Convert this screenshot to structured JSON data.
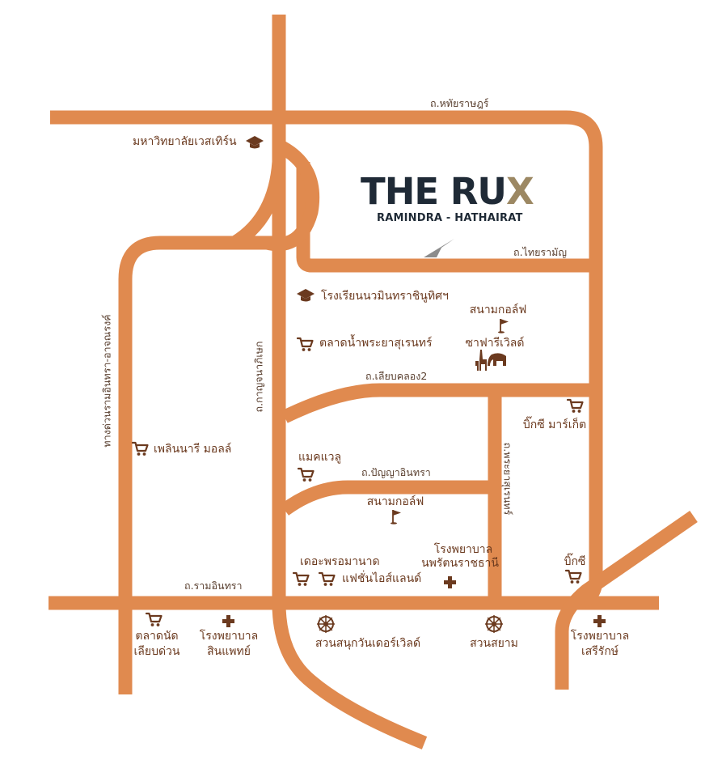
{
  "project": {
    "name_main": "THE RU",
    "name_accent": "X",
    "subtitle": "RAMINDRA - HATHAIRAT"
  },
  "roads": {
    "hathairat": "ถ.หทัยราษฎร์",
    "thai_raman": "ถ.ไทยรามัญ",
    "liap_khlong2": "ถ.เลียบคลอง2",
    "panya_intra": "ถ.ปัญญาอินทรา",
    "ram_intra": "ถ.รามอินทรา",
    "kanchanaphisek": "ถ.กาญจนาภิเษก",
    "expressway": "ทางด่วนรามอินทรา-อาจณรงค์",
    "phraya_suren": "ถ.พระยาสุเรนทร์"
  },
  "places": {
    "western_university": "มหาวิทยาลัยเวสเทิร์น",
    "nawamin_school": "โรงเรียนนวมินทราชินูทิศฯ",
    "floating_market": "ตลาดน้ำพระยาสุเรนทร์",
    "golf_course_top": "สนามกอล์ฟ",
    "safari_world": "ซาฟารีเวิลด์",
    "big_c_market": "บิ๊กซี มาร์เก็ต",
    "fashion_mall": "เพลินนารี มอลล์",
    "makro": "แมคแวลู",
    "golf_course_mid": "สนามกอล์ฟ",
    "the_promenade": "เดอะพรอมานาด",
    "fashion_island": "แฟชั่นไอส์แลนด์",
    "hospital_nopparat_l1": "โรงพยาบาล",
    "hospital_nopparat_l2": "นพรัตนราชธานี",
    "big_c": "บิ๊กซี",
    "market_l1": "ตลาดนัด",
    "market_l2": "เลียบด่วน",
    "hospital_sinphaet_l1": "โรงพยาบาล",
    "hospital_sinphaet_l2": "สินแพทย์",
    "wonder_world": "สวนสนุกวันเดอร์เวิลด์",
    "siam_park": "สวนสยาม",
    "hospital_serirak_l1": "โรงพยาบาล",
    "hospital_serirak_l2": "เสรีรักษ์"
  },
  "colors": {
    "road": "#e08a4f",
    "label": "#6b3a1f",
    "logo_dark": "#1f2a36",
    "logo_accent": "#9c8863",
    "compass": "#8c8c8c"
  },
  "icons": {
    "school": "graduation-cap-icon",
    "shopping": "shopping-cart-icon",
    "golf": "golf-flag-icon",
    "hospital": "hospital-cross-icon",
    "amusement": "ferris-wheel-icon",
    "zoo": "safari-animals-icon",
    "compass": "north-arrow-icon"
  }
}
